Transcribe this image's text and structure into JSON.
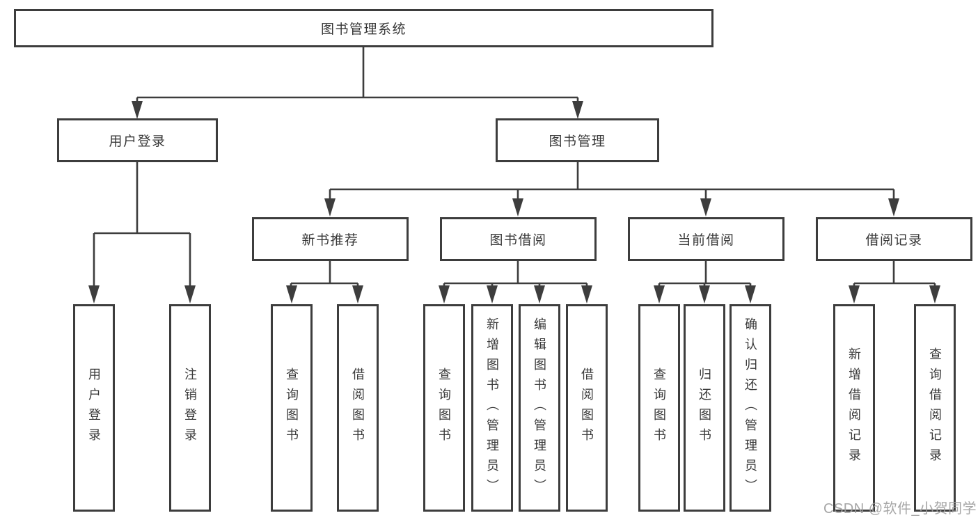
{
  "colors": {
    "line": "#3d3d3d",
    "text": "#383838",
    "watermark": "#9e9e9e",
    "background": "#ffffff"
  },
  "tree": {
    "root": "图书管理系统",
    "branches": [
      {
        "label": "用户登录",
        "leaves": [
          "用户登录",
          "注销登录"
        ]
      },
      {
        "label": "图书管理",
        "groups": [
          {
            "label": "新书推荐",
            "leaves": [
              "查询图书",
              "借阅图书"
            ]
          },
          {
            "label": "图书借阅",
            "leaves": [
              "查询图书",
              "新增图书（管理员）",
              "编辑图书（管理员）",
              "借阅图书"
            ]
          },
          {
            "label": "当前借阅",
            "leaves": [
              "查询图书",
              "归还图书",
              "确认归还（管理员）"
            ]
          },
          {
            "label": "借阅记录",
            "leaves": [
              "新增借阅记录",
              "查询借阅记录"
            ]
          }
        ]
      }
    ]
  },
  "watermark": "CSDN @软件_小贺同学"
}
